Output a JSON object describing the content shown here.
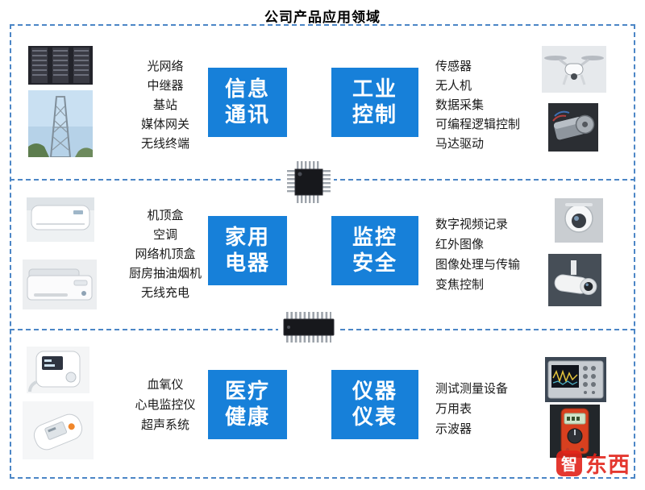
{
  "title": "公司产品应用领域",
  "colors": {
    "box_blue": "#1780d9",
    "border_blue": "#4c86c6",
    "watermark_red": "#e2231a"
  },
  "rows": [
    {
      "left": {
        "box": {
          "line1": "信息",
          "line2": "通讯"
        },
        "items": [
          "光网络",
          "中继器",
          "基站",
          "媒体网关",
          "无线终端"
        ]
      },
      "right": {
        "box": {
          "line1": "工业",
          "line2": "控制"
        },
        "items": [
          "传感器",
          "无人机",
          "数据采集",
          "可编程逻辑控制",
          "马达驱动"
        ]
      }
    },
    {
      "left": {
        "box": {
          "line1": "家用",
          "line2": "电器"
        },
        "items": [
          "机顶盒",
          "空调",
          "网络机顶盒",
          "厨房抽油烟机",
          "无线充电"
        ]
      },
      "right": {
        "box": {
          "line1": "监控",
          "line2": "安全"
        },
        "items": [
          "数字视频记录",
          "红外图像",
          "图像处理与传输",
          "变焦控制"
        ]
      }
    },
    {
      "left": {
        "box": {
          "line1": "医疗",
          "line2": "健康"
        },
        "items": [
          "血氧仪",
          "心电监控仪",
          "超声系统"
        ]
      },
      "right": {
        "box": {
          "line1": "仪器",
          "line2": "仪表"
        },
        "items": [
          "测试测量设备",
          "万用表",
          "示波器"
        ]
      }
    }
  ],
  "watermark": {
    "logo_char": "智",
    "label": "东西"
  }
}
